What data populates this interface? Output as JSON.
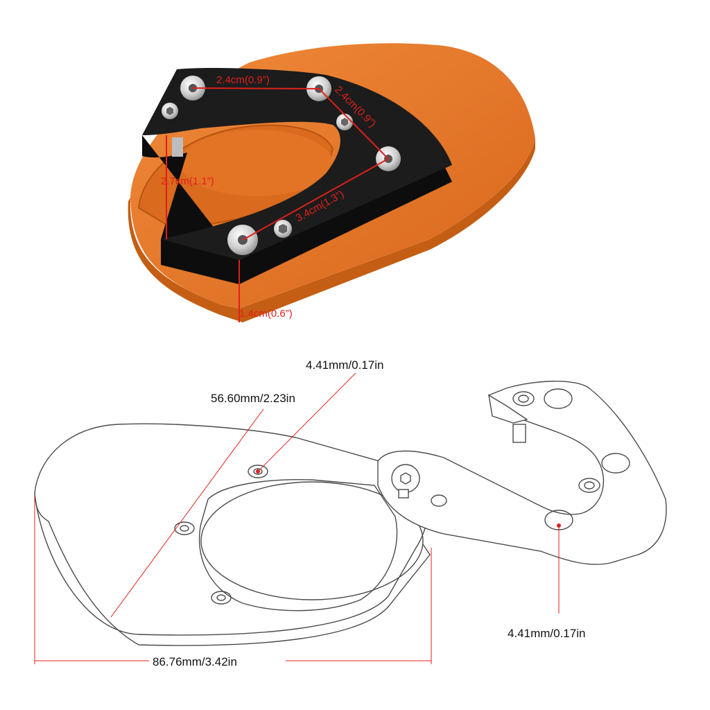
{
  "photo": {
    "dimensions": {
      "hole_spacing_top": "2.4cm(0.9”)",
      "hole_spacing_side": "2.4cm(0.9”)",
      "plate_depth": "2.7cm(1.1”)",
      "hole_spacing_diagonal": "3.4cm(1.3”)",
      "pad_height": "1.4cm(0.6”)"
    },
    "colors": {
      "pad": "#e87a2b",
      "pad_dark": "#c45e14",
      "bracket": "#1c1c1c",
      "dimension_line": "#e0201a"
    }
  },
  "drawing": {
    "dimensions": {
      "hole_diameter_top": "4.41mm/0.17in",
      "inner_diameter": "56.60mm/2.23in",
      "overall_length": "86.76mm/3.42in",
      "hole_diameter_right": "4.41mm/0.17in"
    },
    "colors": {
      "outline": "#4a4a4a",
      "leader": "#e0201a"
    }
  }
}
